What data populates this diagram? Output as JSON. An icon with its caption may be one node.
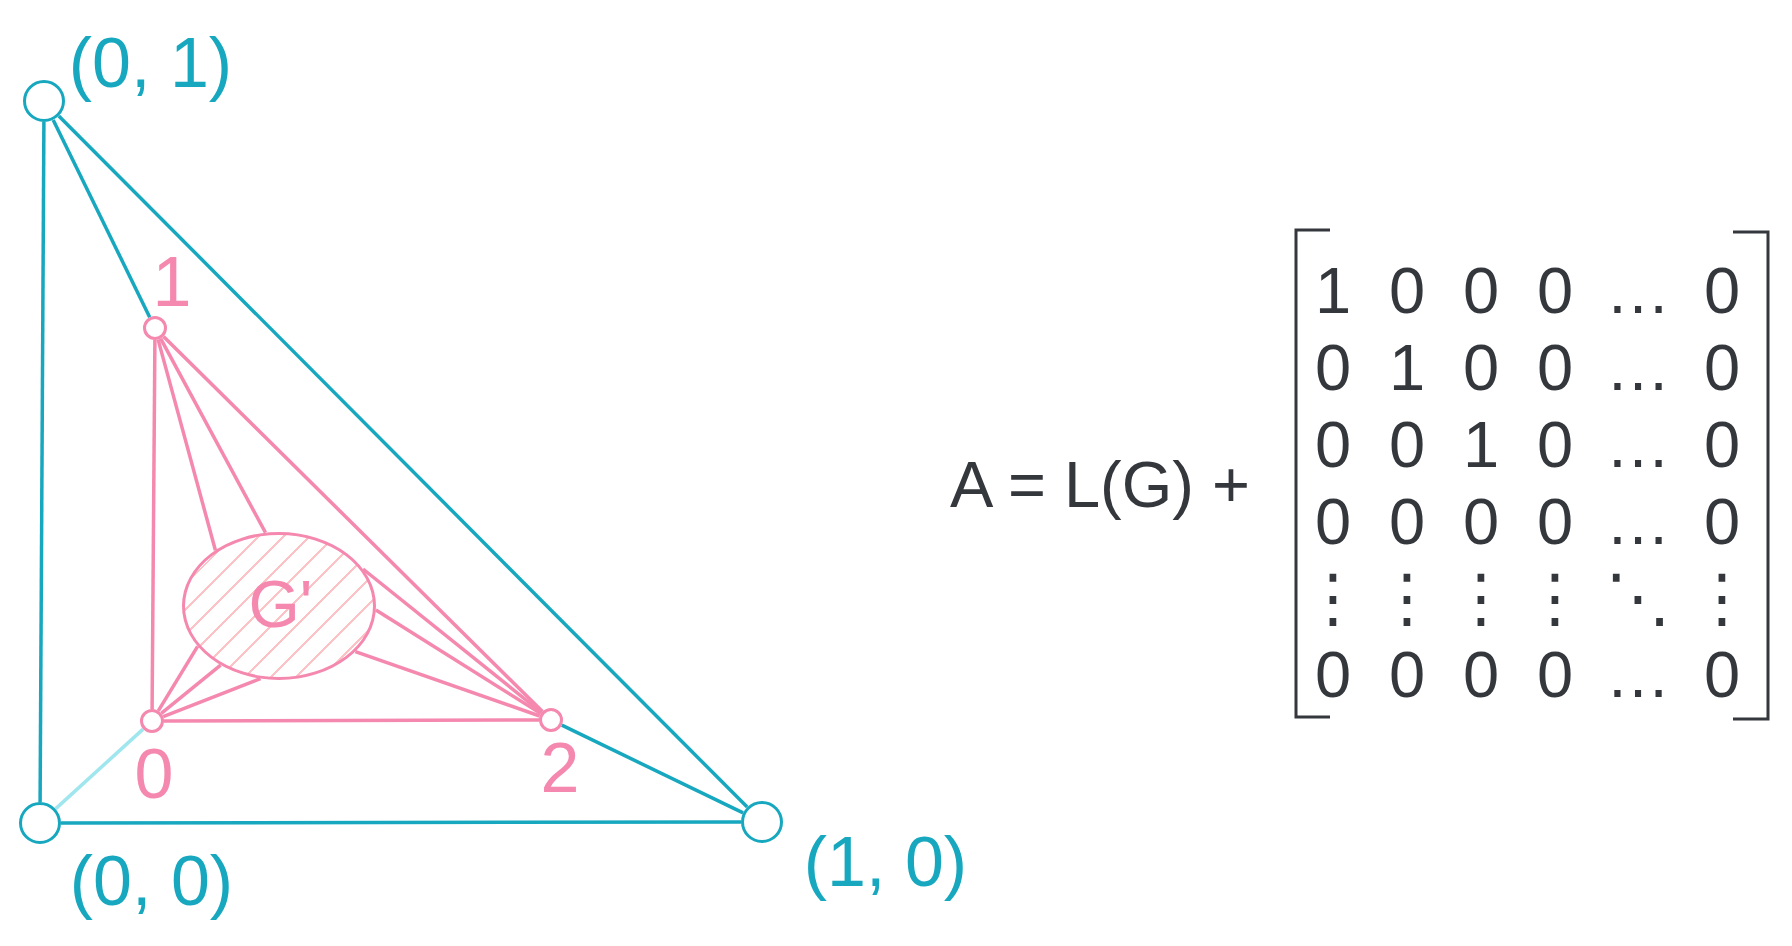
{
  "diagram": {
    "nodes": [
      {
        "text": [],
        "shape": "circle",
        "beside": [
          "(0, 1)"
        ]
      },
      {
        "text": [],
        "shape": "circle",
        "beside": [
          "1"
        ]
      },
      {
        "text": [
          "G'"
        ]
      },
      {
        "text": [],
        "shape": "circle",
        "beside": [
          "0"
        ]
      },
      {
        "text": [],
        "shape": "circle",
        "beside": [
          "2"
        ]
      },
      {
        "text": [],
        "shape": "circle",
        "beside": [
          "(0, 0)"
        ]
      },
      {
        "text": [],
        "shape": "circle",
        "beside": [
          "(1, 0)"
        ]
      }
    ],
    "edges": [
      {
        "from": 0,
        "to": 5,
        "arrow": "none",
        "color": "#17a8bf"
      },
      {
        "from": 0,
        "to": 1,
        "arrow": "none",
        "color": "#17a8bf"
      },
      {
        "from": 0,
        "to": 6,
        "arrow": "none",
        "color": "#17a8bf"
      },
      {
        "from": 1,
        "to": 3,
        "arrow": "none"
      },
      {
        "from": 1,
        "to": 2,
        "arrow": "none"
      },
      {
        "from": 1,
        "to": 2,
        "arrow": "none"
      },
      {
        "from": 1,
        "to": 4,
        "arrow": "none"
      },
      {
        "from": 2,
        "to": 4,
        "arrow": "none"
      },
      {
        "from": 2,
        "to": 4,
        "arrow": "none"
      },
      {
        "from": 2,
        "to": 4,
        "arrow": "none"
      },
      {
        "from": 3,
        "to": 2,
        "arrow": "none"
      },
      {
        "from": 3,
        "to": 2,
        "arrow": "none"
      },
      {
        "from": 3,
        "to": 2,
        "arrow": "none"
      },
      {
        "from": 3,
        "to": 4,
        "arrow": "none"
      },
      {
        "from": 3,
        "to": 5,
        "arrow": "none",
        "color": "#9fe6ee"
      },
      {
        "from": 4,
        "to": 6,
        "arrow": "none",
        "color": "#17a8bf"
      },
      {
        "from": 5,
        "to": 6,
        "arrow": "none",
        "color": "#17a8bf"
      }
    ],
    "labels": [
      "A = L(G) +",
      "1",
      "0",
      "0",
      "0",
      "…",
      "0",
      "0",
      "1",
      "0",
      "0",
      "…",
      "0",
      "0",
      "0",
      "1",
      "0",
      "…",
      "0",
      "0",
      "0",
      "0",
      "0",
      "…",
      "0",
      "⋮",
      "⋮",
      "⋮",
      "⋮",
      "⋱",
      "⋮",
      "0",
      "0",
      "0",
      "0",
      "…",
      "0"
    ]
  }
}
